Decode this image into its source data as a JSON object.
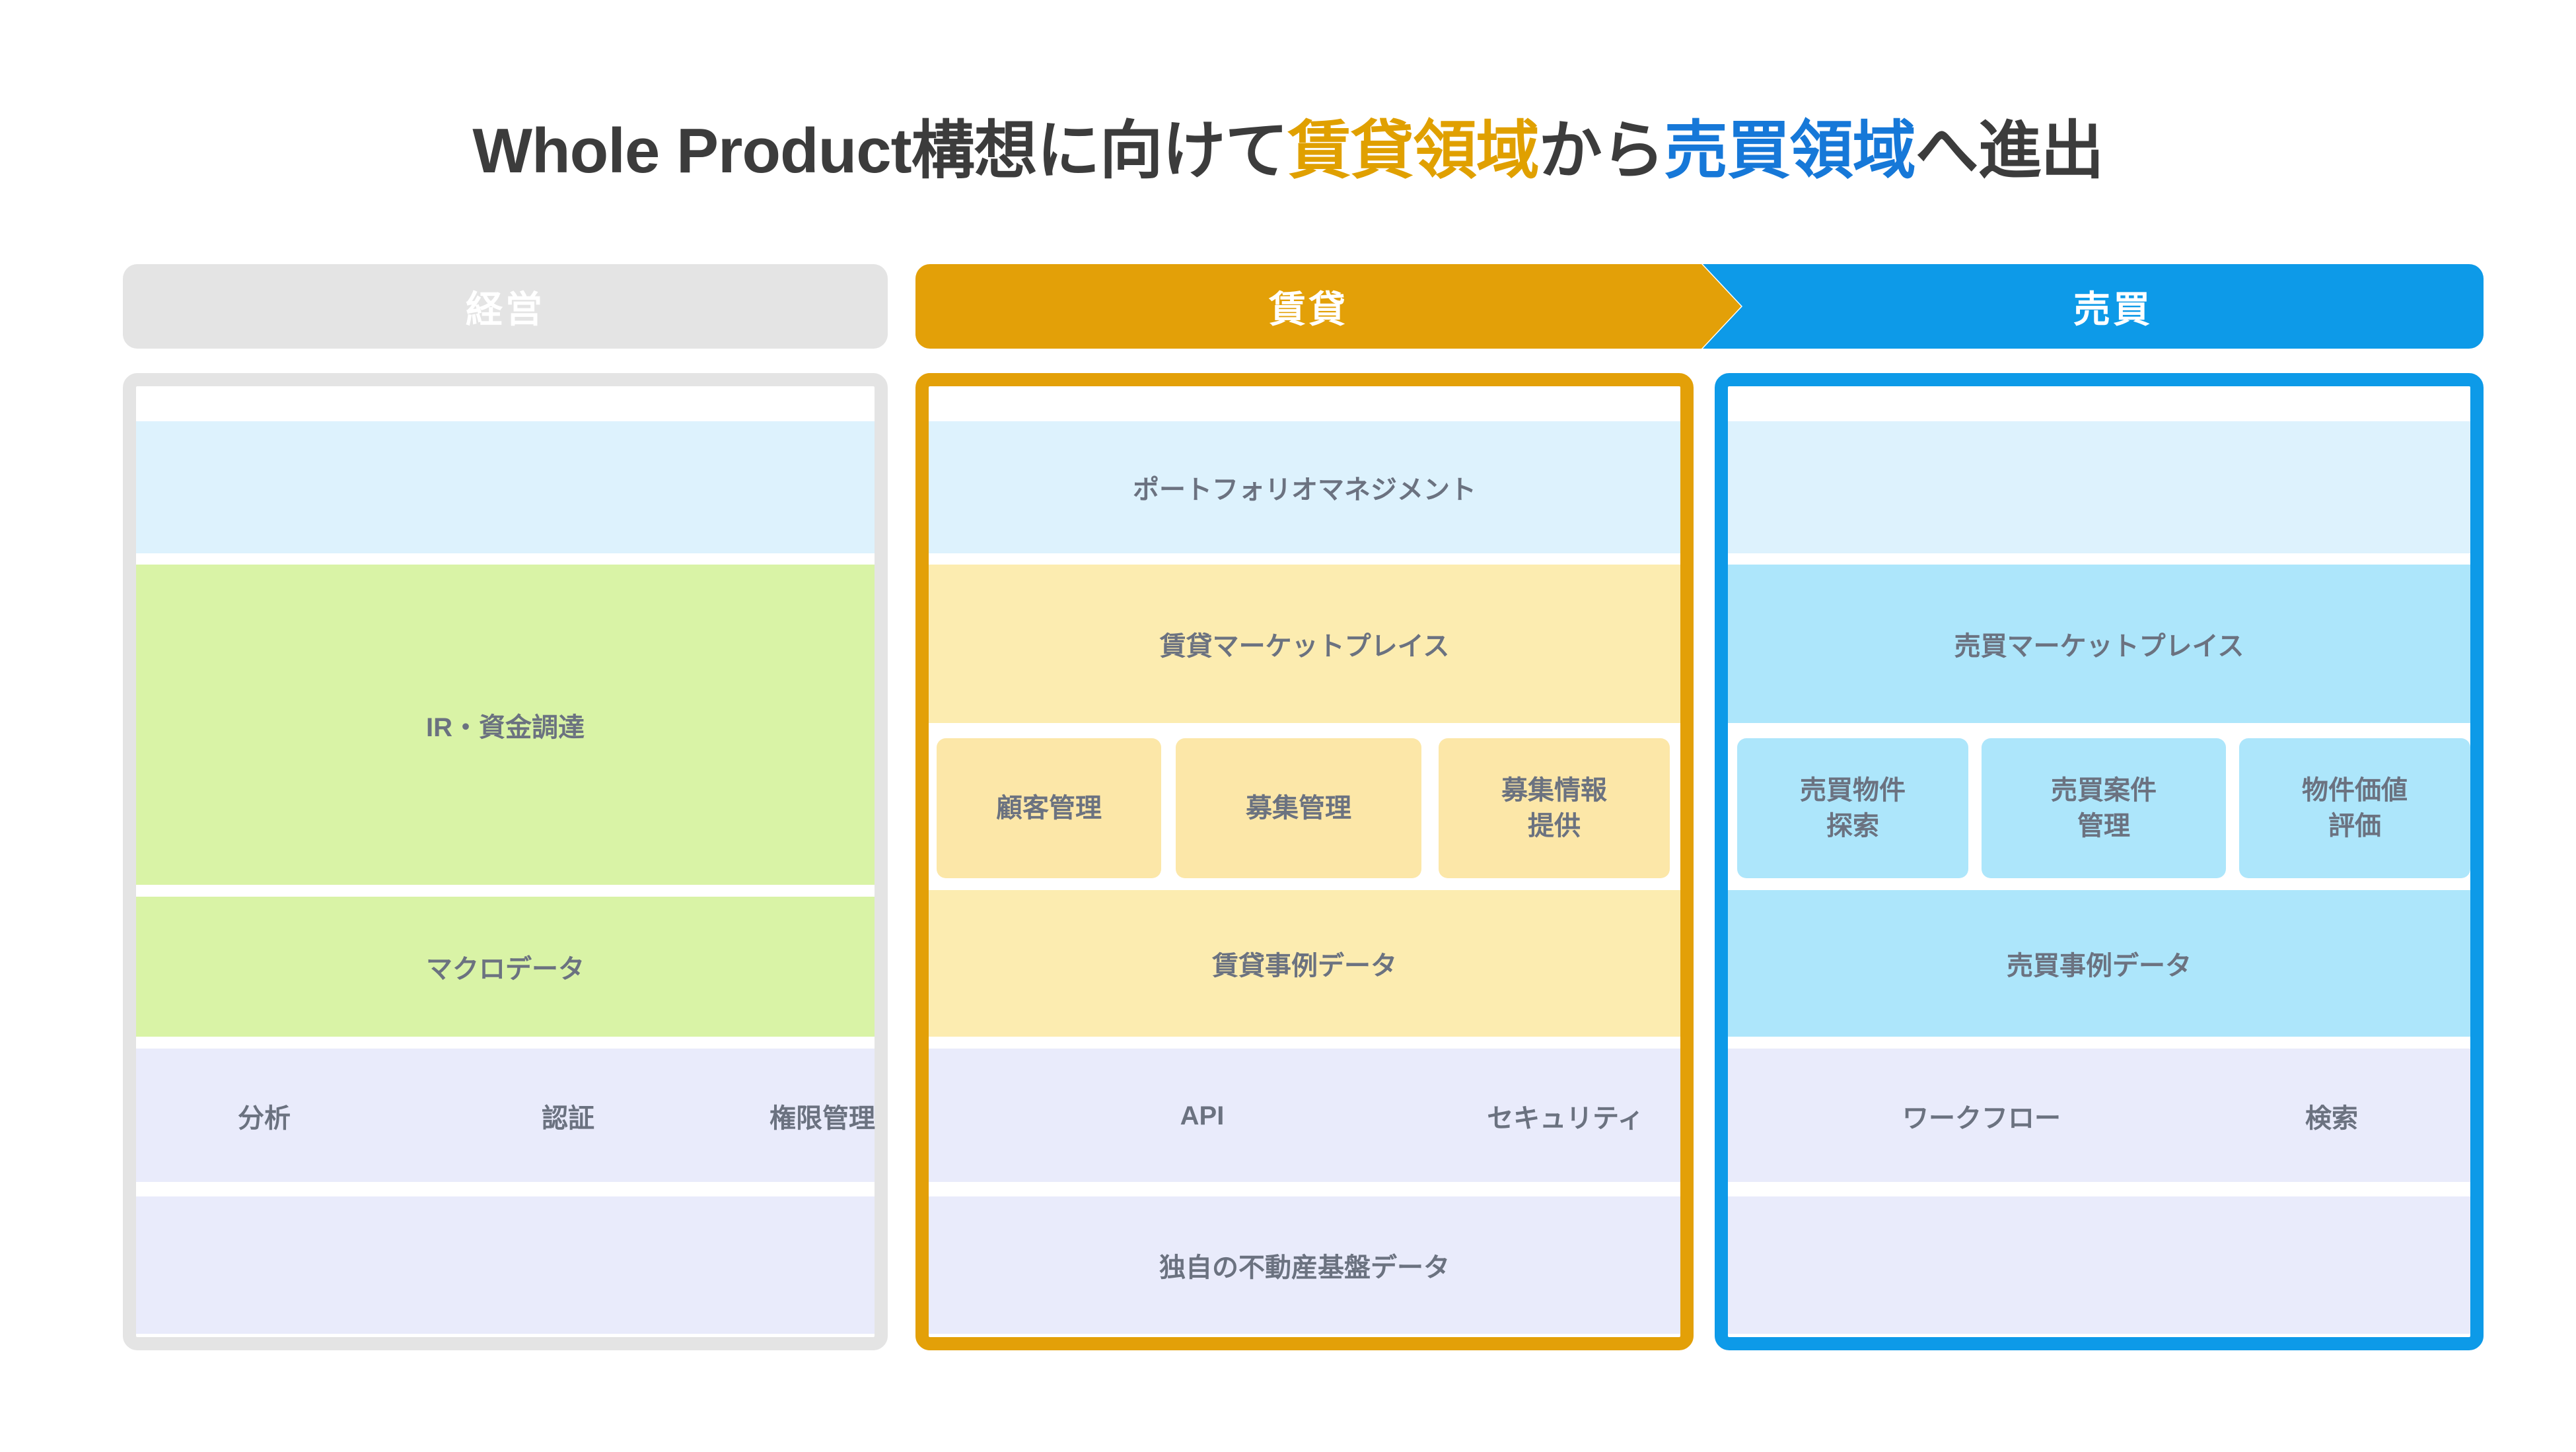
{
  "title": {
    "part1": "Whole Product構想に向けて",
    "amber": "賃貸領域",
    "part2": "から",
    "blue": "売買領域",
    "part3": "へ進出"
  },
  "colors": {
    "gray": "#e4e4e4",
    "amber": "#e3a008",
    "blue": "#0d9ae8",
    "band_light_blue": "#ddf2fd",
    "band_green": "#d9f3a6",
    "band_yellow": "#fcecb0",
    "band_sky": "#ade6fb",
    "band_lavender": "#e9ebfb",
    "text_gray": "#6b7280",
    "title_dark": "#3c3c3c"
  },
  "headers": {
    "keiei": "経営",
    "chintai": "賃貸",
    "baibai": "売買"
  },
  "columns": {
    "keiei": {
      "row_portfolio": "",
      "row_marketplace": "IR・資金調達",
      "row_subboxes": [],
      "row_casedata": "マクロデータ",
      "row_api": [
        "分析",
        "認証",
        "権限管理"
      ],
      "row_base": ""
    },
    "chintai": {
      "row_portfolio": "ポートフォリオマネジメント",
      "row_marketplace": "賃貸マーケットプレイス",
      "row_subboxes": [
        "顧客管理",
        "募集管理",
        "募集情報\n提供"
      ],
      "row_casedata": "賃貸事例データ",
      "row_api": [
        "API",
        "セキュリティ"
      ],
      "row_base": "独自の不動産基盤データ"
    },
    "baibai": {
      "row_portfolio": "",
      "row_marketplace": "売買マーケットプレイス",
      "row_subboxes": [
        "売買物件\n探索",
        "売買案件\n管理",
        "物件価値\n評価"
      ],
      "row_casedata": "売買事例データ",
      "row_api": [
        "ワークフロー",
        "検索"
      ],
      "row_base": ""
    }
  }
}
